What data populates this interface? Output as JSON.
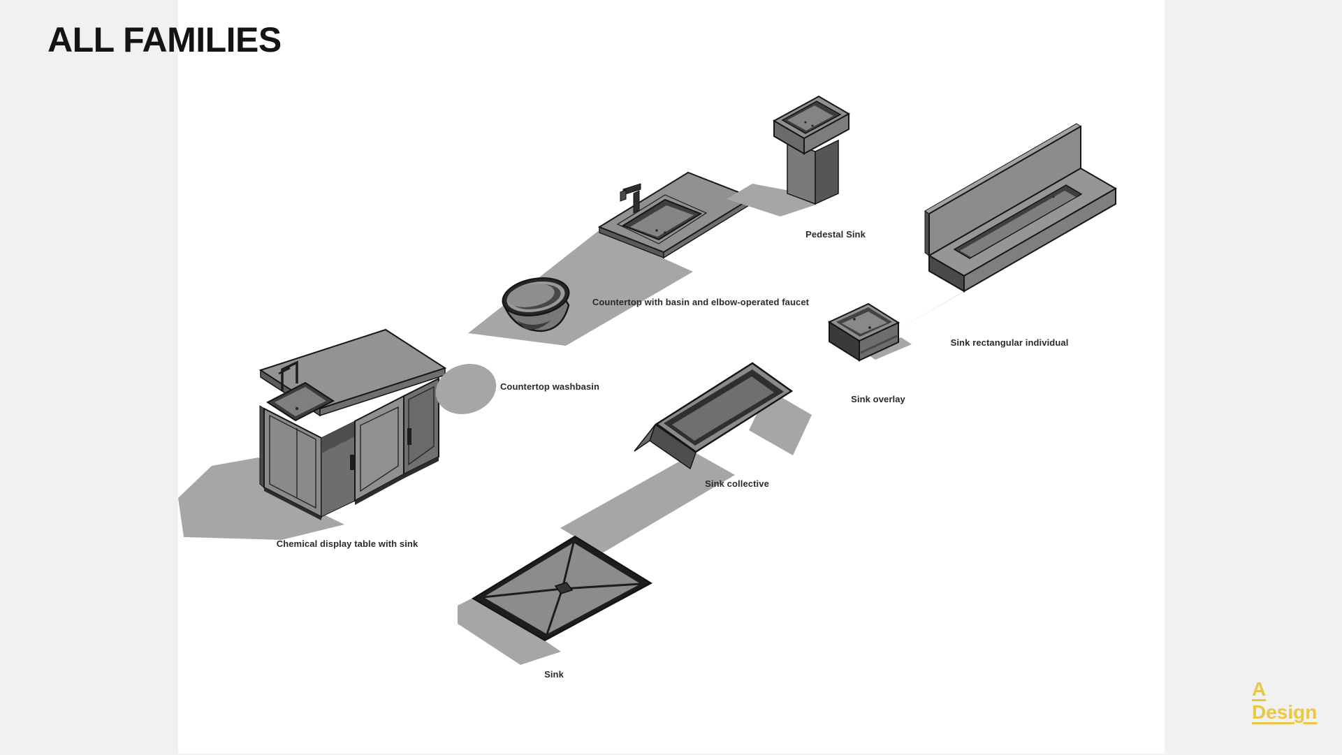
{
  "page": {
    "title": "ALL FAMILIES"
  },
  "families": [
    {
      "id": "pedestal-sink",
      "label": "Pedestal Sink"
    },
    {
      "id": "countertop-basin-faucet",
      "label": "Countertop with basin and elbow-operated faucet"
    },
    {
      "id": "countertop-washbasin",
      "label": "Countertop washbasin"
    },
    {
      "id": "sink-rectangular-individual",
      "label": "Sink rectangular individual"
    },
    {
      "id": "sink-overlay",
      "label": "Sink overlay"
    },
    {
      "id": "sink-collective",
      "label": "Sink collective"
    },
    {
      "id": "chemical-display-table",
      "label": "Chemical display table with sink"
    },
    {
      "id": "sink",
      "label": "Sink"
    }
  ],
  "logo": {
    "line1": "A",
    "line2": "Design",
    "color": "#ecc647"
  },
  "palette": {
    "page_background": "#f1f1ef",
    "slide_background": "#ffffff",
    "object_gray": "#8f8f8f",
    "object_dark": "#3f3f3f",
    "outline": "#1a1a1a",
    "shadow_gray": "#a6a6a6",
    "label_color": "#2a2a2a",
    "title_color": "#141414"
  }
}
